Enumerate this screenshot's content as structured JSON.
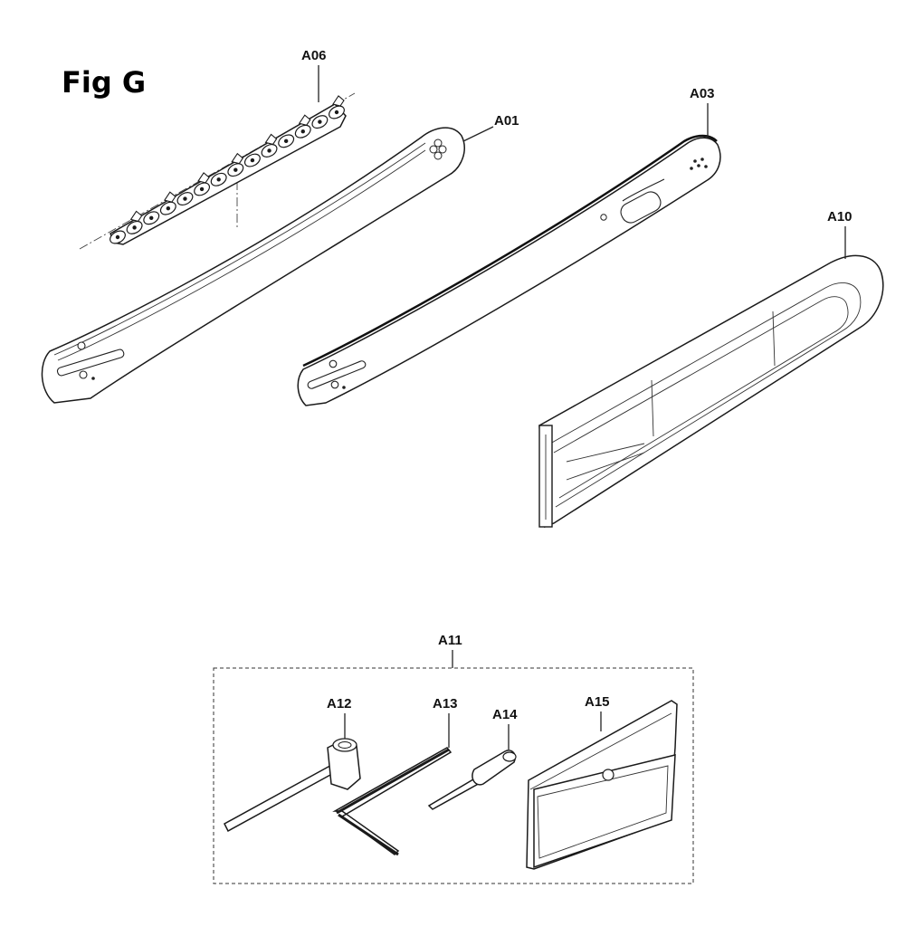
{
  "figure": {
    "title": "Fig G"
  },
  "labels": {
    "chain": "A06",
    "bar_1": "A01",
    "bar_2": "A03",
    "bar_cover": "A10",
    "tool_kit": "A11",
    "combination_wrench": "A12",
    "hex_key": "A13",
    "screwdriver": "A14",
    "tool_bag": "A15"
  }
}
